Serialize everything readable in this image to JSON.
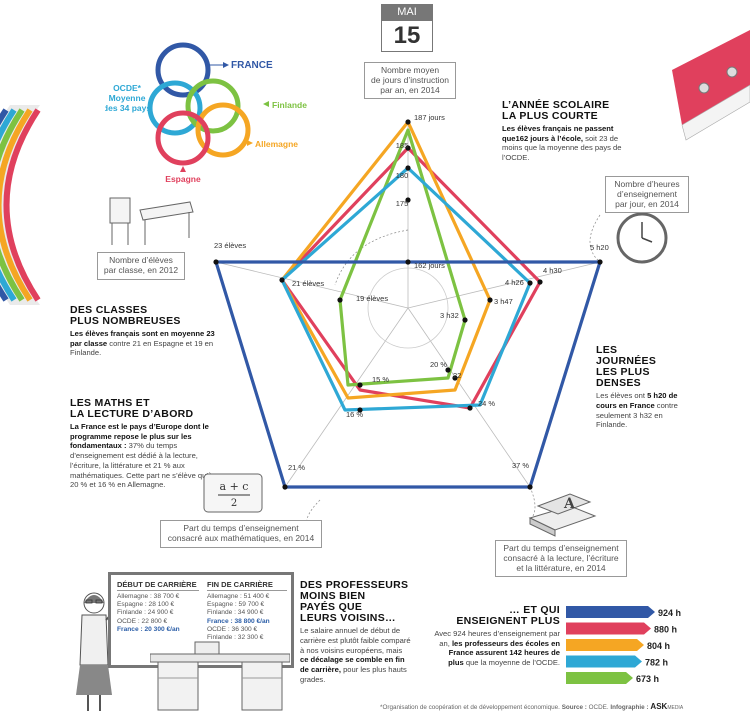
{
  "calendar": {
    "month": "MAI",
    "day": "15"
  },
  "legend": {
    "france": "FRANCE",
    "ocde_lines": [
      "OCDE*",
      "Moyenne",
      "des 34 pays"
    ],
    "finlande": "Finlande",
    "allemagne": "Allemagne",
    "espagne": "Espagne"
  },
  "axis_captions": {
    "jours": [
      "Nombre moyen",
      "de jours d’instruction",
      "par an, en 2014"
    ],
    "heures": [
      "Nombre d’heures",
      "d’enseignement",
      "par jour, en 2014"
    ],
    "eleves": [
      "Nombre d’élèves",
      "par classe, en 2012"
    ],
    "maths": [
      "Part du temps d’enseignement",
      "consacré aux mathématiques, en 2014"
    ],
    "lecture": [
      "Part du temps d’enseignement",
      "consacré à la lecture, l’écriture",
      "et la littérature, en 2014"
    ]
  },
  "radar_labels": {
    "jours": [
      "187 jours",
      "185",
      "180",
      "175",
      "162 jours"
    ],
    "heures": [
      "5 h20",
      "4 h30",
      "4 h26",
      "3 h47",
      "3 h32"
    ],
    "lecture": [
      "37 %",
      "24 %",
      "22",
      "20 %"
    ],
    "maths": [
      "21 %",
      "16 %",
      "15 %"
    ],
    "eleves": [
      "23 élèves",
      "21 élèves",
      "19 élèves"
    ]
  },
  "texts": {
    "annee_title": [
      "L’ANNÉE SCOLAIRE",
      "LA PLUS COURTE"
    ],
    "annee_bold": "Les élèves français ne passent que162 jours à l’école,",
    "annee_rest": " soit 23 de moins que la moyenne des pays de l’OCDE.",
    "classes_title": [
      "DES CLASSES",
      "PLUS NOMBREUSES"
    ],
    "classes_bold": "Les élèves français sont en moyenne 23 par classe",
    "classes_rest": " contre 21 en Espagne et 19 en Finlande.",
    "journees_title": [
      "LES",
      "JOURNÉES",
      "LES PLUS",
      "DENSES"
    ],
    "journees_pre": "Les élèves ont ",
    "journees_bold": "5 h20 de cours en France",
    "journees_rest": " contre seulement 3 h32 en Finlande.",
    "maths_title": [
      "LES MATHS ET",
      "LA LECTURE D’ABORD"
    ],
    "maths_bold": "La France est le pays d’Europe dont le programme repose le plus sur les fondamentaux :",
    "maths_rest": " 37% du temps d’enseignement est dédié à la lecture, l’écriture, la littérature et 21 % aux mathématiques. Cette part ne s’élève qu’à 20 % et 16 % en Allemagne.",
    "prof_title": [
      "DES PROFESSEURS",
      "MOINS BIEN",
      "PAYÉS QUE",
      "LEURS VOISINS…"
    ],
    "prof_pre": "Le salaire annuel de début de carrière est plutôt faible comparé à nos voisins européens, mais ",
    "prof_bold": "ce décalage se comble en fin de carrière,",
    "prof_rest": " pour les plus hauts grades.",
    "enseignent_title": [
      "… ET QUI",
      "ENSEIGNENT PLUS"
    ],
    "enseignent_pre": "Avec 924 heures d’enseignement par an, ",
    "enseignent_bold": "les professeurs des écoles en France assurent 142 heures de plus",
    "enseignent_rest": " que la moyenne de l’OCDE."
  },
  "salaries": {
    "debut_title": "DÉBUT DE CARRIÈRE",
    "fin_title": "FIN DE CARRIÈRE",
    "debut": [
      "Allemagne : 38 700 €",
      "Espagne : 28 100 €",
      "Finlande : 24 900 €",
      "OCDE : 22 800 €",
      "France : 20 300 €/an"
    ],
    "fin": [
      "Allemagne : 51 400 €",
      "Espagne : 59 700 €",
      "Finlande : 34 900 €",
      "France : 38 800 €/an",
      "OCDE : 36 300 €",
      "Finlande : 32 300 €"
    ],
    "board_formula": [
      "a + c",
      "2"
    ]
  },
  "hbars": [
    {
      "label": "924 h",
      "value": 924,
      "color": "#3158a6"
    },
    {
      "label": "880 h",
      "value": 880,
      "color": "#e0405d"
    },
    {
      "label": "804 h",
      "value": 804,
      "color": "#f5a623"
    },
    {
      "label": "782 h",
      "value": 782,
      "color": "#2ea8d5"
    },
    {
      "label": "673 h",
      "value": 673,
      "color": "#7dc242"
    }
  ],
  "colors": {
    "france": "#3158a6",
    "allemagne": "#f5a623",
    "finlande": "#7dc242",
    "espagne": "#e0405d",
    "ocde": "#2ea8d5"
  },
  "footer": {
    "note": "*Organisation de coopération et de développement économique.",
    "source_label": "Source :",
    "source": " OCDE.",
    "infographie_label": "Infographie :",
    "brand": " ASK",
    "brand_sub": "MEDIA"
  }
}
